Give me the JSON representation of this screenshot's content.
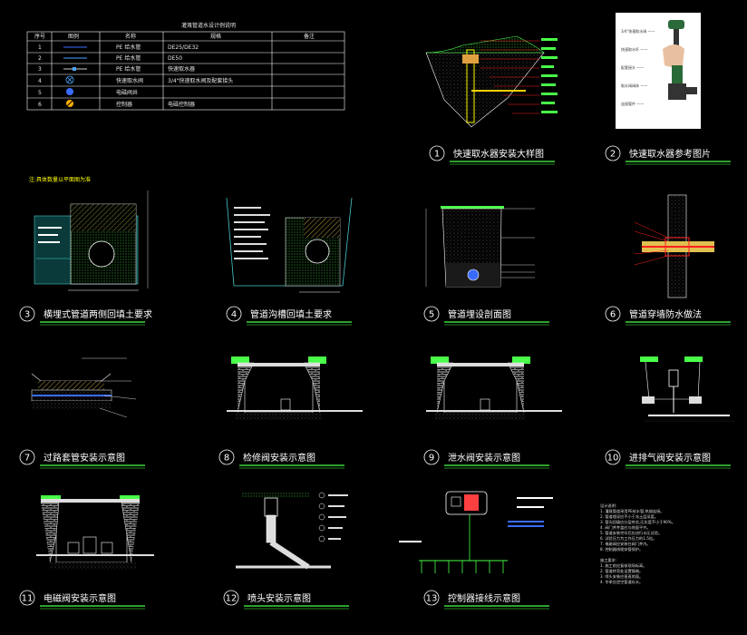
{
  "legend": {
    "title": "灌溉管道水设计例说明",
    "headers": [
      "序号",
      "图例",
      "名称",
      "规格",
      "备注"
    ],
    "rows": [
      {
        "no": "1",
        "name": "PE 给水管",
        "spec": "DE25/DE32",
        "note": ""
      },
      {
        "no": "2",
        "name": "PE 给水管",
        "spec": "DE50",
        "note": ""
      },
      {
        "no": "3",
        "name": "PE 给水管",
        "spec": "快速取水器",
        "note": ""
      },
      {
        "no": "4",
        "name": "快速取水阀",
        "spec": "3/4\"快速取水阀及配套接头",
        "note": ""
      },
      {
        "no": "5",
        "name": "电磁阀井",
        "spec": "",
        "note": ""
      },
      {
        "no": "6",
        "name": "控制器",
        "spec": "电磁控制器",
        "note": ""
      }
    ]
  },
  "note_top": "注:具体数量以平面图为准",
  "figures": [
    {
      "no": "1",
      "title": "快速取水器安装大样图"
    },
    {
      "no": "2",
      "title": "快速取水器参考图片"
    },
    {
      "no": "3",
      "title": "横埋式管道两侧回填土要求"
    },
    {
      "no": "4",
      "title": "管道沟槽回填土要求"
    },
    {
      "no": "5",
      "title": "管道埋设剖面图"
    },
    {
      "no": "6",
      "title": "管道穿墙防水做法"
    },
    {
      "no": "7",
      "title": "过路套管安装示意图"
    },
    {
      "no": "8",
      "title": "检修阀安装示意图"
    },
    {
      "no": "9",
      "title": "泄水阀安装示意图"
    },
    {
      "no": "10",
      "title": "进排气阀安装示意图"
    },
    {
      "no": "11",
      "title": "电磁阀安装示意图"
    },
    {
      "no": "12",
      "title": "喷头安装示意图"
    },
    {
      "no": "13",
      "title": "控制器接线示意图"
    }
  ],
  "colors": {
    "accent": "#49ff49",
    "line": "#ffffff",
    "red": "#ff2020",
    "yellow": "#ffff00",
    "blue": "#3a6bff"
  }
}
